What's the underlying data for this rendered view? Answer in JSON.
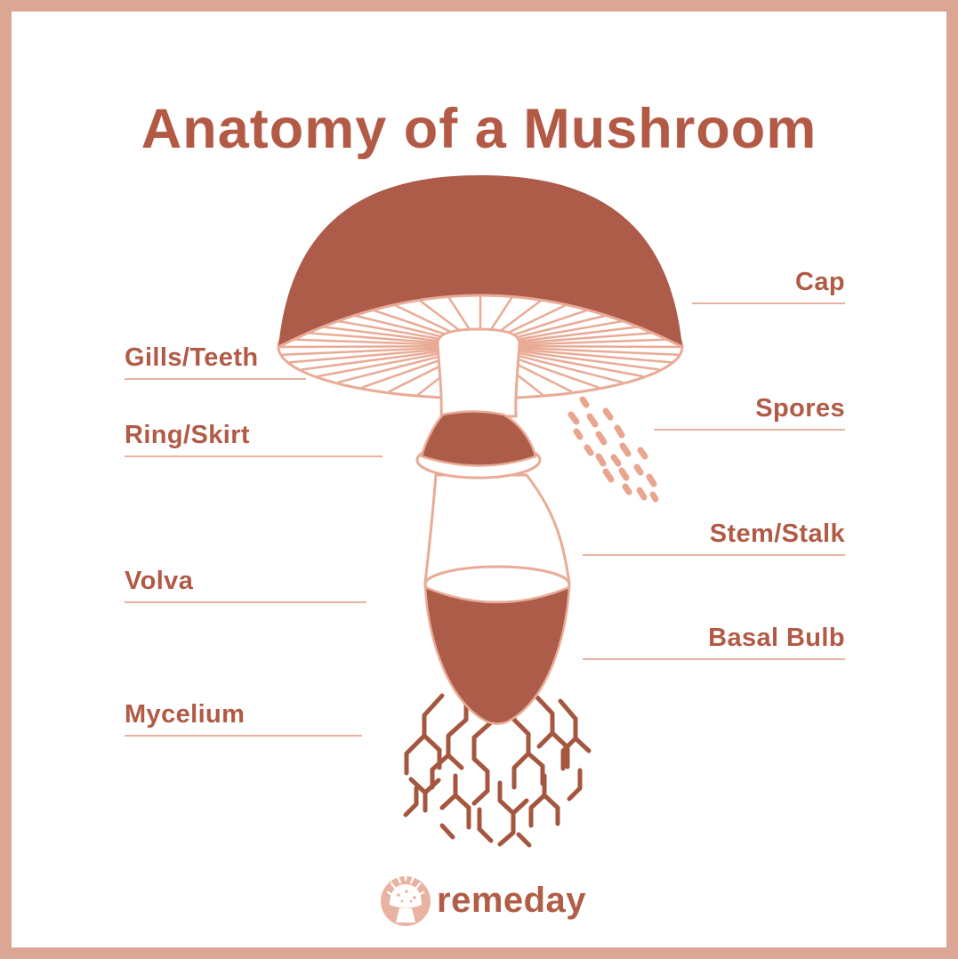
{
  "title": "Anatomy of a Mushroom",
  "labels": {
    "gills": "Gills/Teeth",
    "ring": "Ring/Skirt",
    "volva": "Volva",
    "mycelium": "Mycelium",
    "cap": "Cap",
    "spores": "Spores",
    "stem": "Stem/Stalk",
    "basal": "Basal Bulb"
  },
  "logo": {
    "brand": "remeday",
    "icon": "mushroom-icon"
  },
  "colors": {
    "terracotta_fill": "#ac5c49",
    "light_outline": "#e9ab96",
    "label_text": "#b15a45",
    "underline": "#e8b2a2",
    "frame_border": "#dca695",
    "spores": "#e9a68e",
    "mycelium_roots": "#a5563f",
    "logo_circle": "#e9b3a2",
    "background": "#ffffff"
  }
}
